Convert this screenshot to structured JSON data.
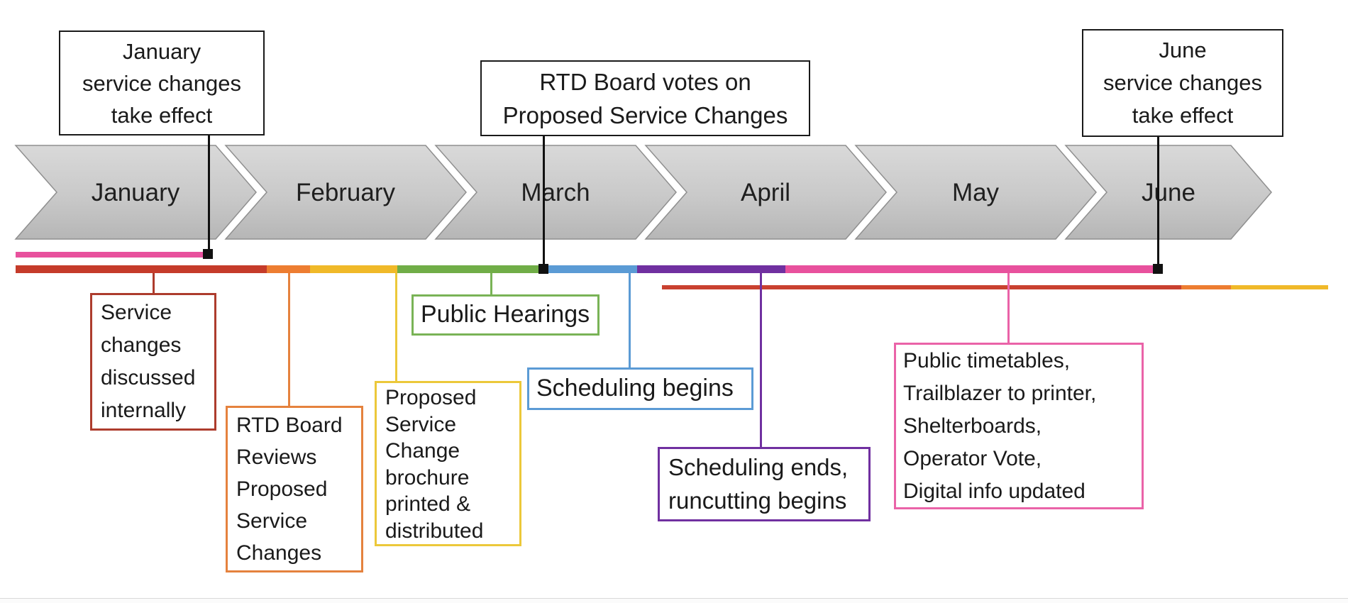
{
  "months": [
    "January",
    "February",
    "March",
    "April",
    "May",
    "June"
  ],
  "top_callouts": [
    {
      "text": "January\nservice changes\ntake effect"
    },
    {
      "text": "RTD Board votes on\nProposed Service Changes"
    },
    {
      "text": "June\nservice changes\ntake effect"
    }
  ],
  "bottom_callouts": [
    {
      "text": "Service\nchanges\ndiscussed\ninternally",
      "color": "#ad3c2d"
    },
    {
      "text": "RTD Board\nReviews\nProposed\nService\nChanges",
      "color": "#e5823e"
    },
    {
      "text": "Proposed\nService\nChange\nbrochure\nprinted &\ndistributed",
      "color": "#ecc83a"
    },
    {
      "text": "Public Hearings",
      "color": "#79b356"
    },
    {
      "text": "Scheduling begins",
      "color": "#5b9bd5"
    },
    {
      "text": "Scheduling ends,\nruncutting begins",
      "color": "#7030a0"
    },
    {
      "text": "Public timetables,\nTrailblazer to printer,\nShelterboards,\nOperator Vote,\nDigital info updated",
      "color": "#ea63a8"
    }
  ],
  "timeline": {
    "prior_cycle_bar": {
      "color": "#e8519d",
      "months_spanned": "January",
      "ends_at": "January service changes take effect marker"
    },
    "primary_segments": [
      {
        "activity": "Service changes discussed internally",
        "color": "#c53b2a",
        "months_spanned": "January - early February"
      },
      {
        "activity": "RTD Board Reviews Proposed Service Changes",
        "color": "#ed7d31",
        "months_spanned": "early-mid February"
      },
      {
        "activity": "Proposed Service Change brochure printed & distributed",
        "color": "#f0b929",
        "months_spanned": "mid-late February"
      },
      {
        "activity": "Public Hearings",
        "color": "#70ad47",
        "months_spanned": "late February - mid March"
      },
      {
        "activity": "Scheduling begins",
        "color": "#5b9bd5",
        "months_spanned": "mid-late March"
      },
      {
        "activity": "Scheduling ends, runcutting begins",
        "color": "#7030a0",
        "months_spanned": "late March - mid April"
      },
      {
        "activity": "Public timetables, Trailblazer to printer, Shelterboards, Operator Vote, Digital info updated",
        "color": "#e8519d",
        "months_spanned": "mid April - early June"
      }
    ],
    "secondary_segments": [
      {
        "color": "#c94130",
        "months_spanned": "April - May (next cycle: service changes discussed internally)"
      },
      {
        "color": "#ed7d31",
        "months_spanned": "late May (next cycle)"
      },
      {
        "color": "#f0b929",
        "months_spanned": "June (next cycle)"
      }
    ],
    "markers": [
      {
        "label": "January service changes take effect",
        "month": "early January"
      },
      {
        "label": "RTD Board votes on Proposed Service Changes",
        "month": "mid March"
      },
      {
        "label": "June service changes take effect",
        "month": "early June"
      }
    ],
    "chevron_fill": "#cccccc",
    "chevron_outline": "#8f8f8f"
  }
}
